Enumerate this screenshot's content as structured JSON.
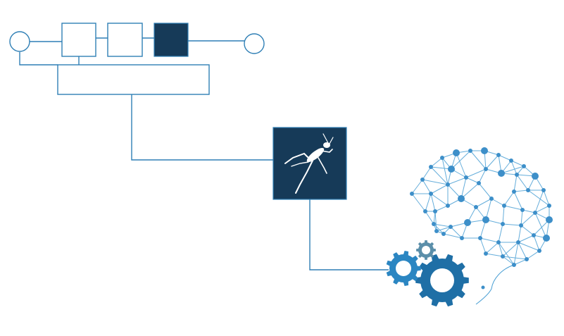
{
  "colors": {
    "line": "#2f7fb5",
    "dark_fill": "#163a58",
    "insect": "#ffffff",
    "brain_line": "#4a9fd4",
    "brain_node": "#3d8fc9",
    "gear_dark": "#1f6fa6",
    "gear_mid": "#2b86c2",
    "gear_light": "#5b8faa"
  },
  "icons": {
    "pipeline_start": "circle-node-icon",
    "pipeline_end": "circle-node-icon",
    "insect": "grasshopper-icon",
    "brain": "neural-network-brain-icon",
    "gears": "gears-icon"
  },
  "pipeline": {
    "stages": [
      "empty",
      "empty",
      "filled"
    ]
  }
}
